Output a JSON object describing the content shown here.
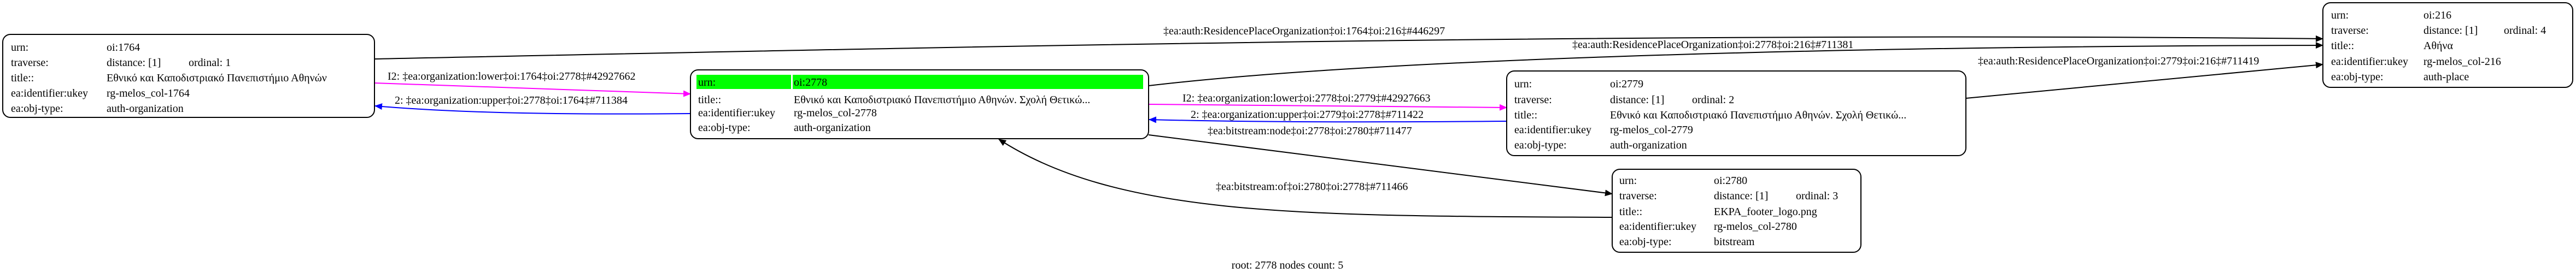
{
  "nodes": {
    "n1764": {
      "urn_label": "urn:",
      "urn": "oi:1764",
      "traverse_label": "traverse:",
      "distance": "distance: [1]",
      "ordinal": "ordinal: 1",
      "title_label": "title::",
      "title": "Εθνικό και Καποδιστριακό Πανεπιστήμιο Αθηνών",
      "ukey_label": "ea:identifier:ukey",
      "ukey": "rg-melos_col-1764",
      "type_label": "ea:obj-type:",
      "type": "auth-organization"
    },
    "n2778": {
      "urn_label": "urn:",
      "urn": "oi:2778",
      "title_label": "title::",
      "title": "Εθνικό και Καποδιστριακό Πανεπιστήμιο Αθηνών. Σχολή Θετικώ...",
      "ukey_label": "ea:identifier:ukey",
      "ukey": "rg-melos_col-2778",
      "type_label": "ea:obj-type:",
      "type": "auth-organization",
      "highlight": "#00ff00"
    },
    "n2779": {
      "urn_label": "urn:",
      "urn": "oi:2779",
      "traverse_label": "traverse:",
      "distance": "distance: [1]",
      "ordinal": "ordinal: 2",
      "title_label": "title::",
      "title": "Εθνικό και Καποδιστριακό Πανεπιστήμιο Αθηνών. Σχολή Θετικώ...",
      "ukey_label": "ea:identifier:ukey",
      "ukey": "rg-melos_col-2779",
      "type_label": "ea:obj-type:",
      "type": "auth-organization"
    },
    "n216": {
      "urn_label": "urn:",
      "urn": "oi:216",
      "traverse_label": "traverse:",
      "distance": "distance: [1]",
      "ordinal": "ordinal: 4",
      "title_label": "title::",
      "title": "Αθήνα",
      "ukey_label": "ea:identifier:ukey",
      "ukey": "rg-melos_col-216",
      "type_label": "ea:obj-type:",
      "type": "auth-place"
    },
    "n2780": {
      "urn_label": "urn:",
      "urn": "oi:2780",
      "traverse_label": "traverse:",
      "distance": "distance: [1]",
      "ordinal": "ordinal: 3",
      "title_label": "title::",
      "title": "EKPA_footer_logo.png",
      "ukey_label": "ea:identifier:ukey",
      "ukey": "rg-melos_col-2780",
      "type_label": "ea:obj-type:",
      "type": "bitstream"
    }
  },
  "edges": {
    "e1764_216": "‡ea:auth:ResidencePlaceOrganization‡oi:1764‡oi:216‡#446297",
    "e2778_216": "‡ea:auth:ResidencePlaceOrganization‡oi:2778‡oi:216‡#711381",
    "e2779_216": "‡ea:auth:ResidencePlaceOrganization‡oi:2779‡oi:216‡#711419",
    "e1764_2778": "I2: ‡ea:organization:lower‡oi:1764‡oi:2778‡#42927662",
    "e2778_1764": "2: ‡ea:organization:upper‡oi:2778‡oi:1764‡#711384",
    "e2778_2779": "I2: ‡ea:organization:lower‡oi:2778‡oi:2779‡#42927663",
    "e2779_2778": "2: ‡ea:organization:upper‡oi:2779‡oi:2778‡#711422",
    "e2778_2780": "‡ea:bitstream:node‡oi:2778‡oi:2780‡#711477",
    "e2780_2778": "‡ea:bitstream:of‡oi:2780‡oi:2778‡#711466"
  },
  "colors": {
    "lower": "#ff00ff",
    "upper": "#0000ff",
    "default": "#000000",
    "root": "#00ff00"
  },
  "footer": "root: 2778 nodes count: 5"
}
